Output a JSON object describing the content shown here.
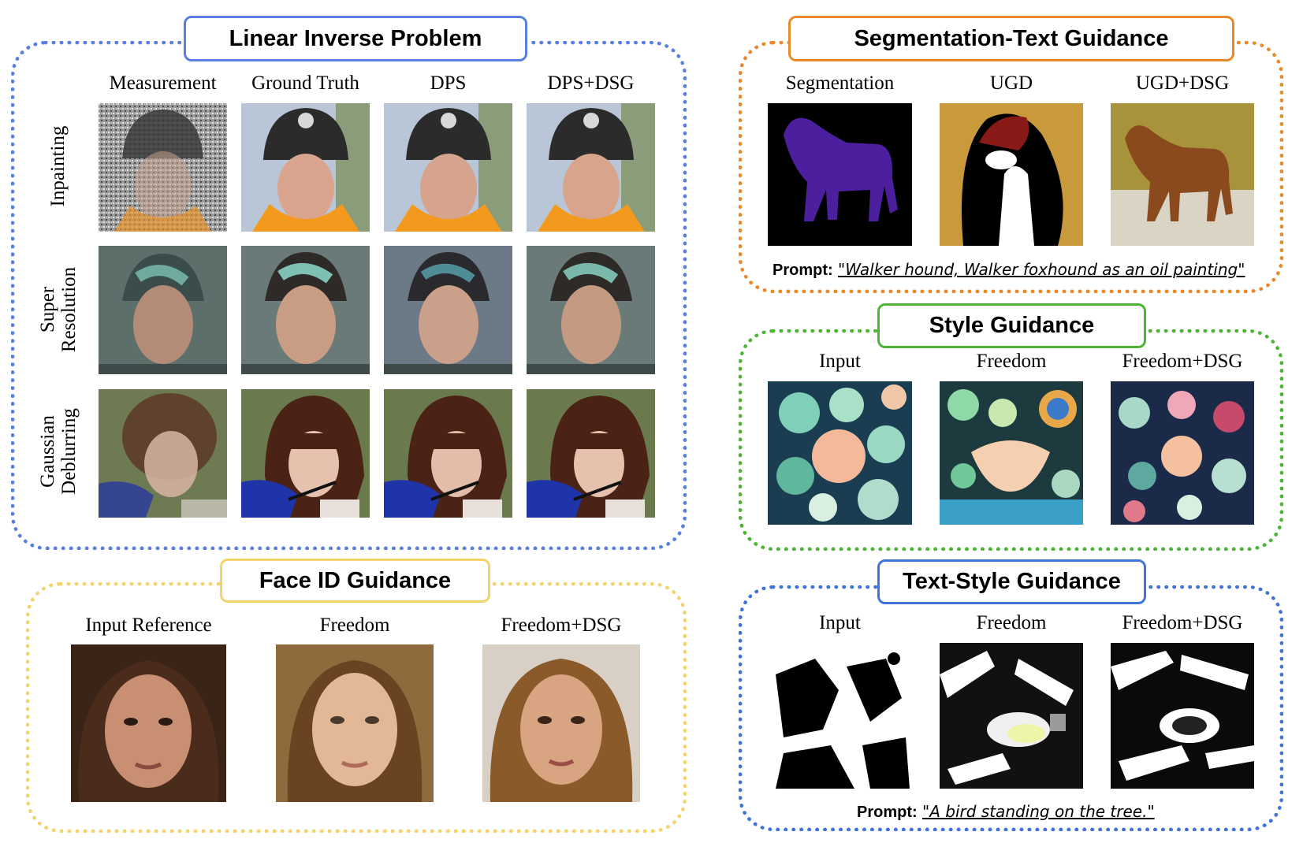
{
  "linear": {
    "title": "Linear Inverse Problem",
    "columns": [
      "Measurement",
      "Ground Truth",
      "DPS",
      "DPS+DSG"
    ],
    "rows": [
      "Inpainting",
      "Super\nResolution",
      "Gaussian\nDeblurring"
    ],
    "border_color": "#5b7fe0"
  },
  "face": {
    "title": "Face ID Guidance",
    "columns": [
      "Input Reference",
      "Freedom",
      "Freedom+DSG"
    ],
    "border_color": "#f3d36b"
  },
  "seg": {
    "title": "Segmentation-Text Guidance",
    "columns": [
      "Segmentation",
      "UGD",
      "UGD+DSG"
    ],
    "prompt_label": "Prompt:",
    "prompt_text": "\"Walker hound, Walker foxhound as an oil painting\"",
    "border_color": "#e88a2b"
  },
  "style": {
    "title": "Style Guidance",
    "columns": [
      "Input",
      "Freedom",
      "Freedom+DSG"
    ],
    "border_color": "#4cb535"
  },
  "textstyle": {
    "title": "Text-Style Guidance",
    "columns": [
      "Input",
      "Freedom",
      "Freedom+DSG"
    ],
    "prompt_label": "Prompt:",
    "prompt_text": "\"A bird standing on the tree.\"",
    "border_color": "#3f74d8"
  }
}
